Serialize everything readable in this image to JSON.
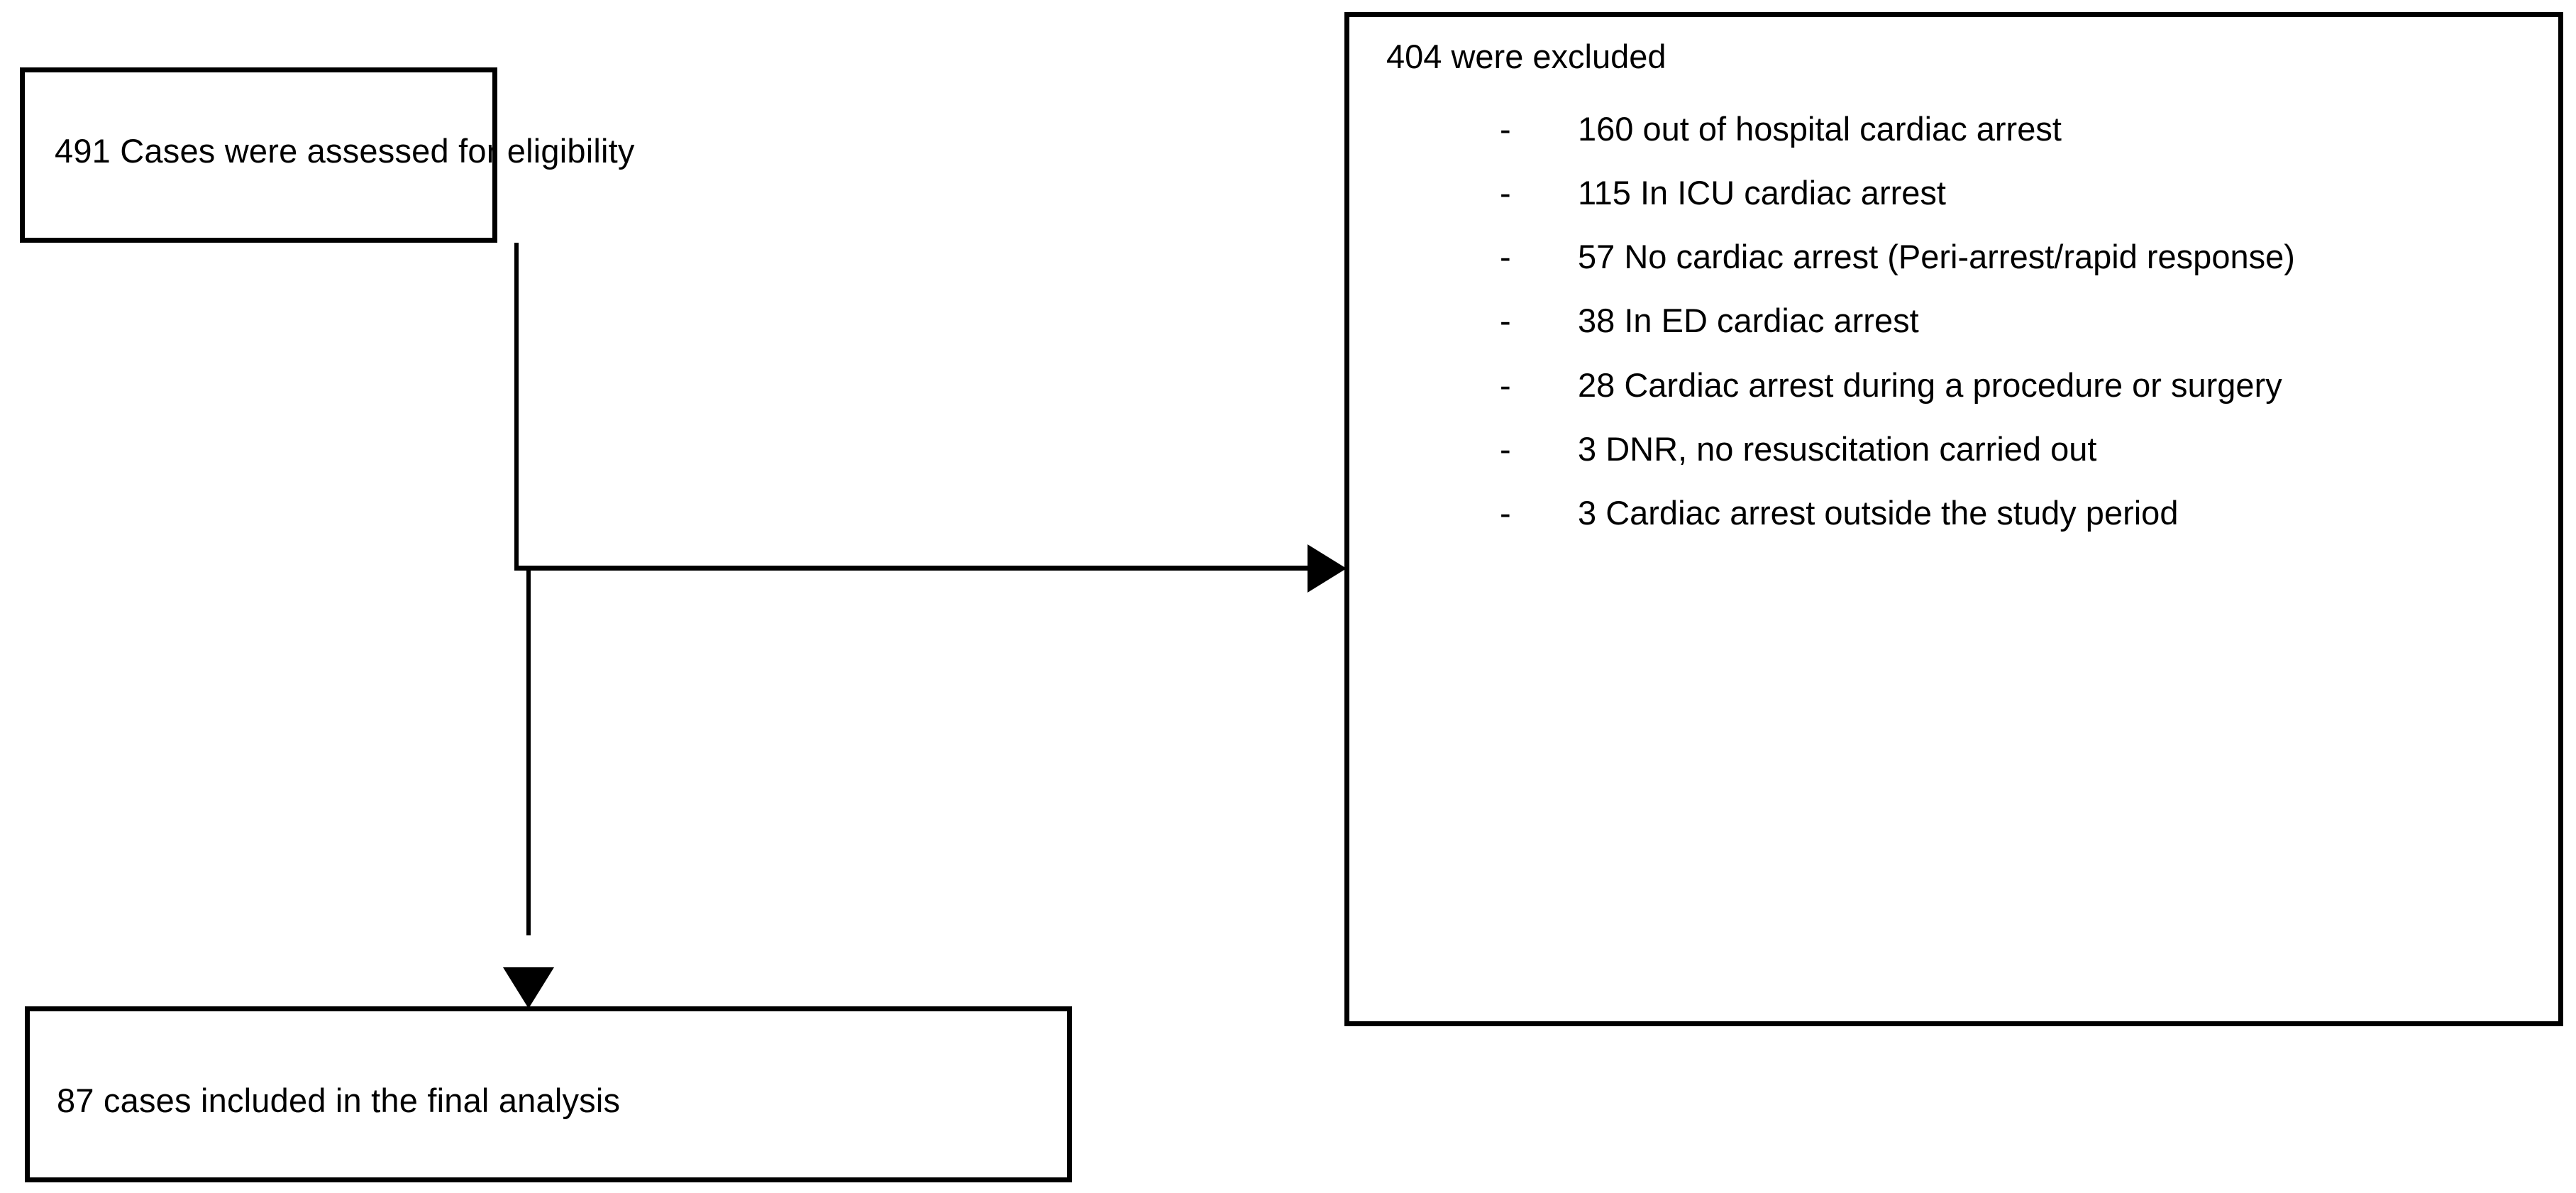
{
  "diagram": {
    "type": "flowchart",
    "title": "Study case selection flow diagram",
    "colors": {
      "stroke": "#000000",
      "background": "#ffffff",
      "text": "#000000"
    },
    "boxes": {
      "assessed": {
        "label": "491 Cases were assessed for eligibility",
        "count": 491
      },
      "included": {
        "label": "87 cases included in the final analysis",
        "count": 87
      },
      "excluded": {
        "title": "404 were excluded",
        "count": 404,
        "items": [
          {
            "bullet": "-",
            "text": "160 out of hospital cardiac arrest",
            "count": 160
          },
          {
            "bullet": "-",
            "text": "115 In ICU cardiac arrest",
            "count": 115
          },
          {
            "bullet": "-",
            "text": "57 No cardiac arrest (Peri-arrest/rapid response)",
            "count": 57
          },
          {
            "bullet": "-",
            "text": "38 In ED cardiac arrest",
            "count": 38
          },
          {
            "bullet": "-",
            "text": "28 Cardiac arrest during a procedure or surgery",
            "count": 28
          },
          {
            "bullet": "-",
            "text": "3 DNR, no resuscitation carried out",
            "count": 3
          },
          {
            "bullet": "-",
            "text": "3 Cardiac arrest outside the study period",
            "count": 3
          }
        ]
      }
    },
    "connectors": [
      {
        "name": "assessed-to-excluded",
        "direction": "right"
      },
      {
        "name": "assessed-to-included",
        "direction": "down"
      }
    ]
  }
}
